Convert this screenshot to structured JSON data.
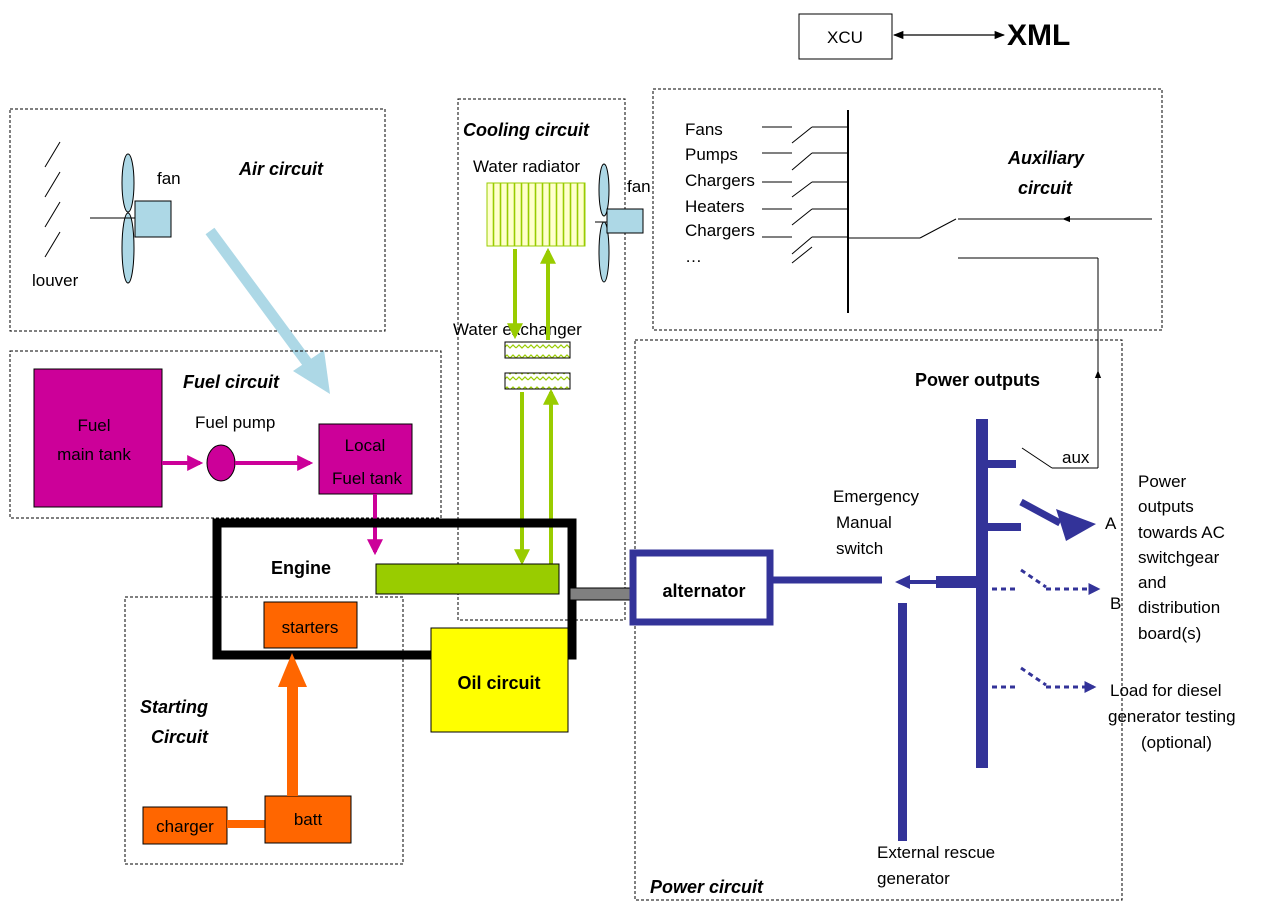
{
  "colors": {
    "air": "#ADD8E6",
    "fuel": "#CC0099",
    "cooling": "#99CC00",
    "oil": "#FFFF00",
    "power": "#333399",
    "starting": "#FF6600",
    "shaft": "#808080"
  },
  "top": {
    "xcu": "XCU",
    "xml": "XML"
  },
  "air": {
    "title": "Air circuit",
    "fan": "fan",
    "louver": "louver"
  },
  "cooling": {
    "title": "Cooling circuit",
    "radiator": "Water radiator",
    "fan": "fan",
    "exchanger": "Water exchanger"
  },
  "auxiliary": {
    "title_line1": "Auxiliary",
    "title_line2": "circuit",
    "items": [
      "Fans",
      "Pumps",
      "Chargers",
      "Heaters",
      "Chargers",
      "…"
    ]
  },
  "fuel": {
    "title": "Fuel circuit",
    "main_tank_line1": "Fuel",
    "main_tank_line2": "main tank",
    "pump": "Fuel pump",
    "local_tank_line1": "Local",
    "local_tank_line2": "Fuel tank"
  },
  "engine": {
    "label": "Engine",
    "starters": "starters",
    "oil": "Oil circuit"
  },
  "starting": {
    "title_line1": "Starting",
    "title_line2": "Circuit",
    "charger": "charger",
    "batt": "batt"
  },
  "power": {
    "title": "Power circuit",
    "alternator": "alternator",
    "outputs_title": "Power outputs",
    "aux": "aux",
    "switch_line1": "Emergency",
    "switch_line2": "Manual",
    "switch_line3": "switch",
    "rescue_line1": "External rescue",
    "rescue_line2": "generator",
    "out_a": "A",
    "out_b": "B",
    "outputs_desc": [
      "Power",
      "outputs",
      "towards AC",
      "switchgear",
      "and",
      "distribution",
      "board(s)"
    ],
    "load_line1": "Load for diesel",
    "load_line2": "generator testing",
    "load_line3": "(optional)"
  }
}
